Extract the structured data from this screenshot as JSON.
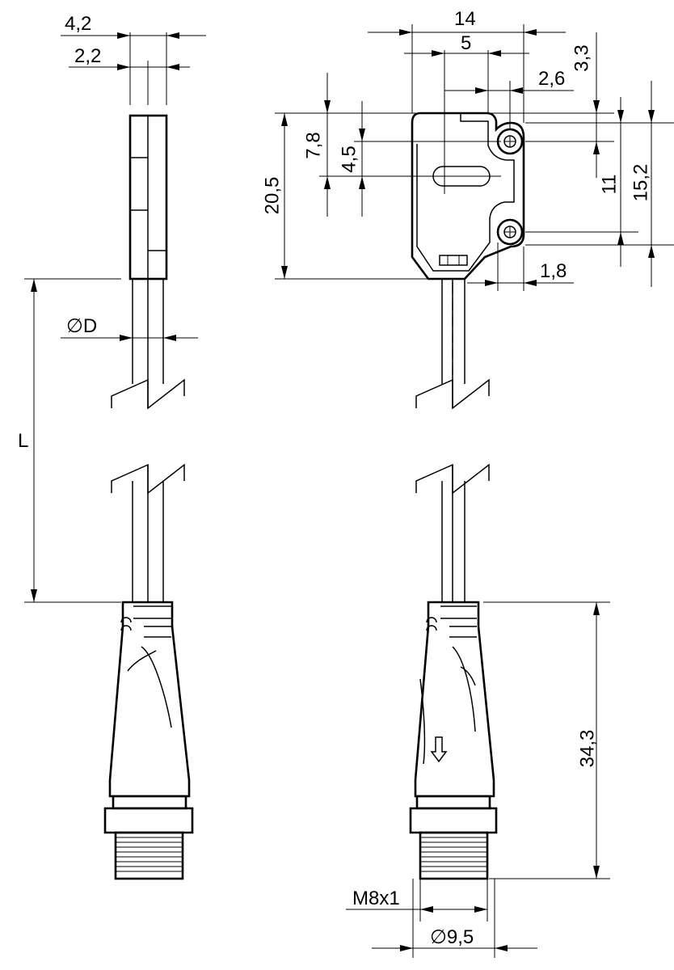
{
  "dimensions": {
    "side_width_outer": "4,2",
    "side_width_inner": "2,2",
    "cable_diameter": "∅D",
    "cable_length": "L",
    "total_width": "14",
    "slot_width": "5",
    "hole_offset": "2,6",
    "top_hole_offset": "3,3",
    "total_height": "20,5",
    "slot_height_outer": "7,8",
    "slot_height_inner": "4,5",
    "hole_spacing": "11",
    "mount_height": "15,2",
    "hole_edge": "1,8",
    "connector_length": "34,3",
    "thread": "M8x1",
    "connector_diameter": "∅9,5"
  },
  "colors": {
    "line": "#000000",
    "background": "#ffffff"
  }
}
